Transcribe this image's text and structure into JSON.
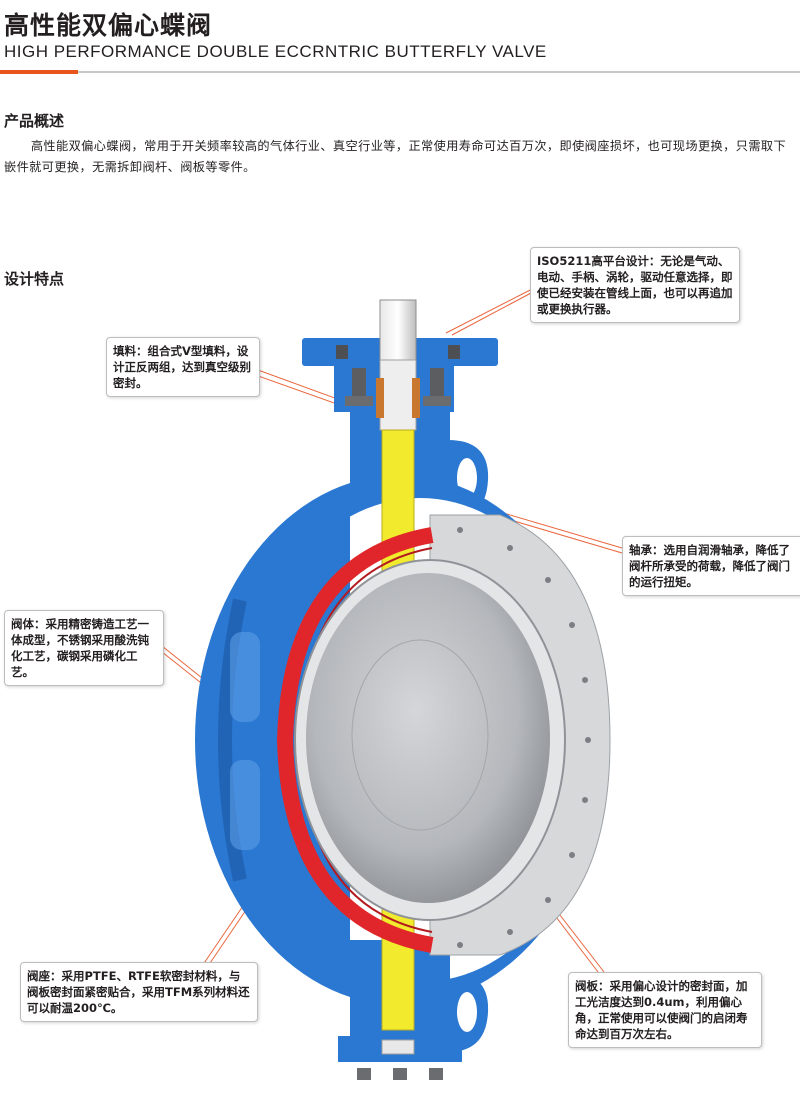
{
  "header": {
    "title_cn": "高性能双偏心蝶阀",
    "title_en": "HIGH PERFORMANCE DOUBLE ECCRNTRIC BUTTERFLY VALVE",
    "accent_color": "#e8561e"
  },
  "overview": {
    "heading": "产品概述",
    "text": "高性能双偏心蝶阀，常用于开关频率较高的气体行业、真空行业等，正常使用寿命可达百万次，即使阀座损坏，也可现场更换，只需取下嵌件就可更换，无需拆卸阀杆、阀板等零件。"
  },
  "features": {
    "heading": "设计特点",
    "callouts": {
      "iso": "ISO5211高平台设计：无论是气动、电动、手柄、涡轮，驱动任意选择，即使已经安装在管线上面，也可以再追加或更换执行器。",
      "packing": "填料：组合式V型填料，设计正反两组，达到真空级别密封。",
      "bearing": "轴承：选用自润滑轴承，降低了阀杆所承受的荷载，降低了阀门的运行扭矩。",
      "body": "阀体：采用精密铸造工艺一体成型，不锈钢采用酸洗钝化工艺，碳钢采用磷化工艺。",
      "seat": "阀座：采用PTFE、RTFE软密封材料，与阀板密封面紧密贴合，采用TFM系列材料还可以耐温200℃。",
      "disc": "阀板：采用偏心设计的密封面，加工光洁度达到0.4um，利用偏心角，正常使用可以使阀门的启闭寿命达到百万次左右。"
    }
  },
  "colors": {
    "body_blue": "#2a78d2",
    "seat_red": "#e0262a",
    "stem_yellow": "#f2ea2c",
    "disc_gray": "#b9bcc0",
    "ring_gray": "#d6d8da"
  }
}
